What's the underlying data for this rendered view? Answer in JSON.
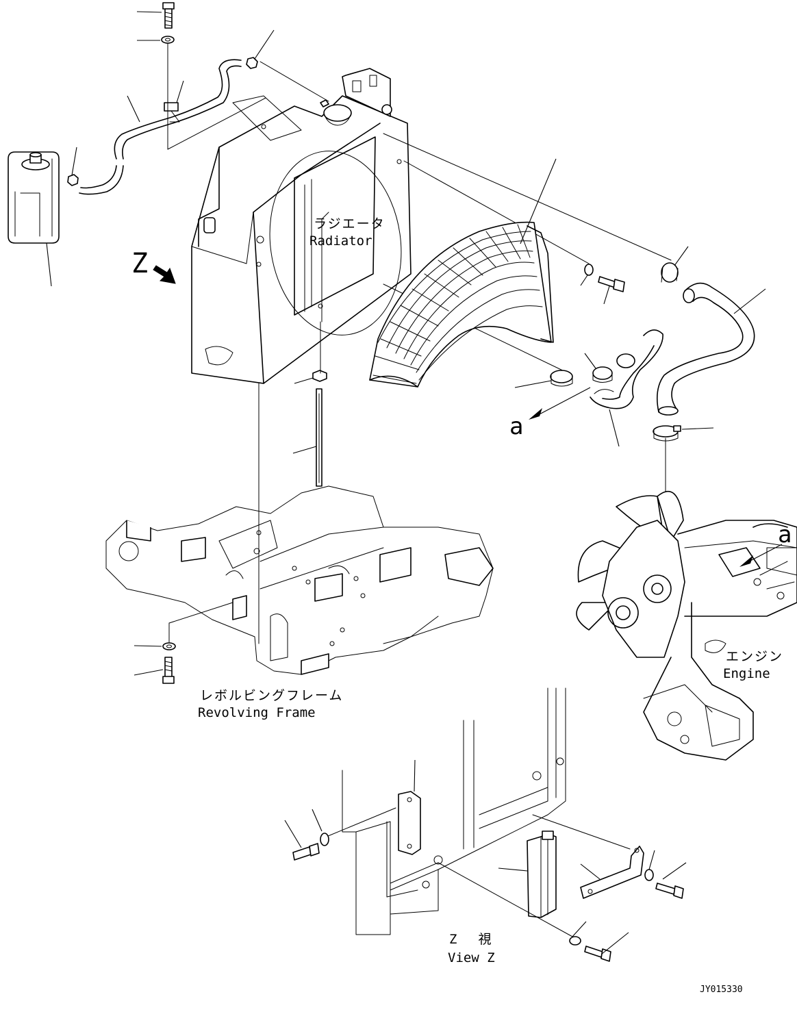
{
  "labels": {
    "radiator_jp": "ラジエータ",
    "radiator_en": "Radiator",
    "view_marker": "Z",
    "connection_a_top": "a",
    "connection_a_engine": "a",
    "engine_jp": "エンジン",
    "engine_en": "Engine",
    "frame_jp": "レボルビングフレーム",
    "frame_en": "Revolving Frame",
    "view_z_jp": "Z　視",
    "view_z_en": "View Z",
    "drawing_number": "JY015330"
  },
  "icons": {
    "view_arrow": "bold-arrow-down-right-icon",
    "connection_arrow": "thin-arrow-left-icon"
  },
  "colors": {
    "line": "#000000",
    "background": "#ffffff"
  }
}
